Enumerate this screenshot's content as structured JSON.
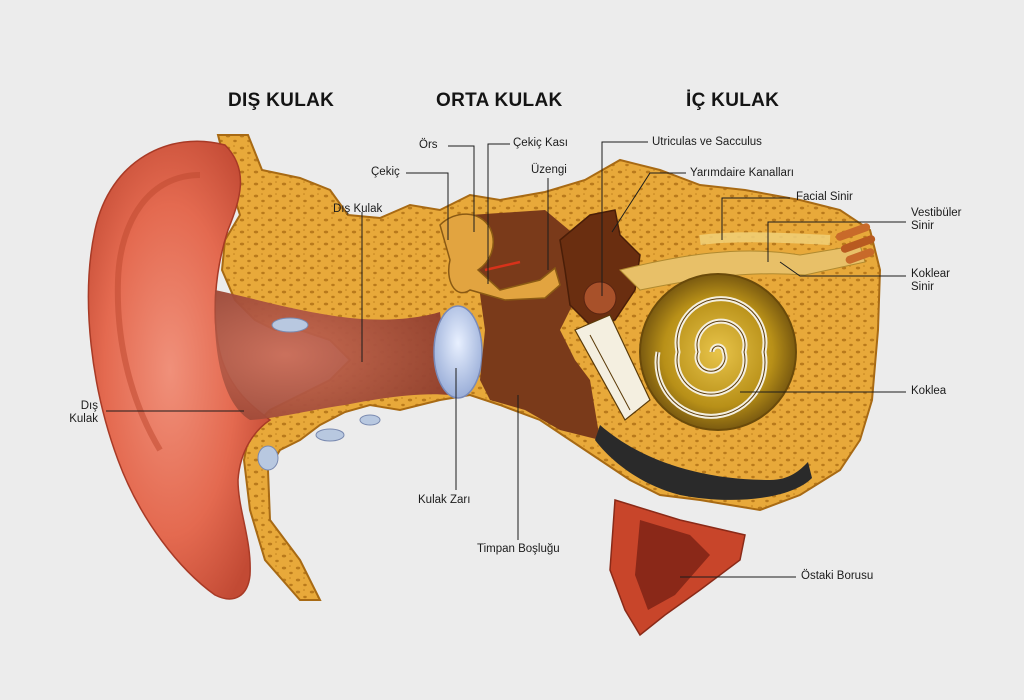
{
  "headings": {
    "outer": "DIŞ KULAK",
    "middle": "ORTA KULAK",
    "inner": "İÇ KULAK"
  },
  "labels": {
    "ors": "Örs",
    "cekic_kasi": "Çekiç Kası",
    "utriculas": "Utriculas ve Sacculus",
    "cekic": "Çekiç",
    "uzengi": "Üzengi",
    "yarimdaire": "Yarımdaire Kanalları",
    "dis_kulak_canal": "Dış Kulak",
    "facial": "Facial Sinir",
    "vestibuler_1": "Vestibüler",
    "vestibuler_2": "Sinir",
    "koklear_1": "Koklear",
    "koklear_2": "Sinir",
    "dis_kulak_left_1": "Dış",
    "dis_kulak_left_2": "Kulak",
    "koklea": "Koklea",
    "kulak_zari": "Kulak Zarı",
    "timpan": "Timpan Boşluğu",
    "ostaki": "Östaki Borusu"
  },
  "colors": {
    "background": "#ececec",
    "skin": "#e8735a",
    "skin_dark": "#b8432e",
    "bone": "#e8a93a",
    "bone_dark": "#c9821c",
    "cavity": "#7a3a1a",
    "cochlea": "#c9a020",
    "eardrum": "#b8c8e8"
  }
}
